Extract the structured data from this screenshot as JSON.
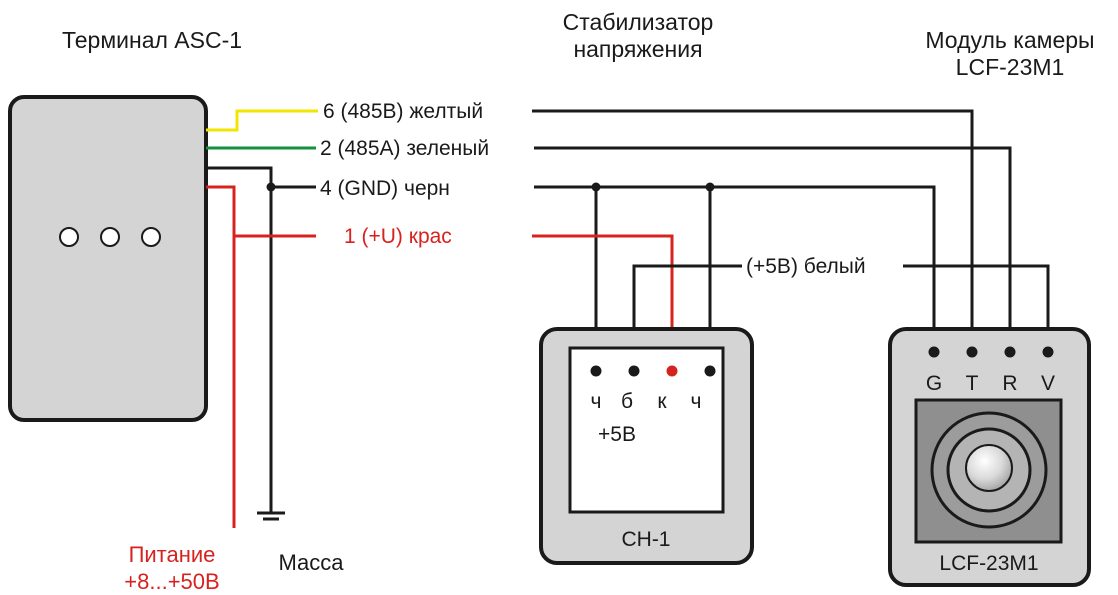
{
  "titles": {
    "terminal": "Терминал ASC-1",
    "stabilizer_line1": "Стабилизатор",
    "stabilizer_line2": "напряжения",
    "camera_line1": "Модуль камеры",
    "camera_line2": "LCF-23M1"
  },
  "wires": {
    "yellow": "6 (485B) желтый",
    "green": "2 (485A) зеленый",
    "black": "4 (GND) черн",
    "red": "1 (+U) крас",
    "white": "(+5B) белый"
  },
  "stabilizer": {
    "pins": [
      "ч",
      "б",
      "к",
      "ч"
    ],
    "output": "+5B",
    "name": "СН-1"
  },
  "camera": {
    "pins": [
      "G",
      "T",
      "R",
      "V"
    ],
    "name": "LCF-23M1"
  },
  "bottom": {
    "power_line1": "Питание",
    "power_line2": "+8...+50B",
    "ground": "Масса"
  },
  "colors": {
    "yellow": "#f2e600",
    "green": "#14913c",
    "black": "#1a1a1a",
    "red": "#d7231f",
    "device_fill": "#d4d4d4",
    "lens_fill": "#8f8f8f"
  }
}
